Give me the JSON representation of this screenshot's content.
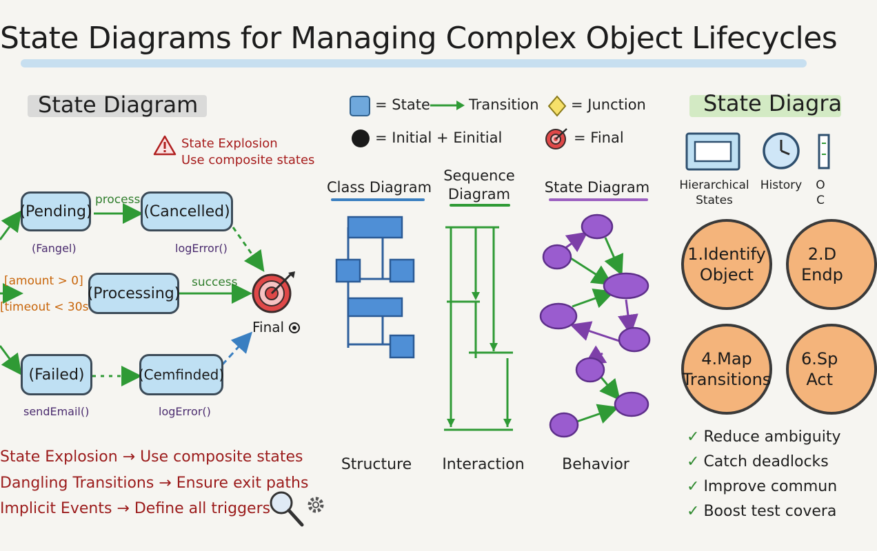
{
  "title": "State Diagrams for Managing Complex Object Lifecycles",
  "left_section": {
    "title": "State Diagram",
    "warning": {
      "icon": "warning-icon",
      "line1": "State Explosion",
      "line2": "Use composite states"
    },
    "states": {
      "pending": "(Pending)",
      "cancelled": "(Cancelled)",
      "processing": "(Processing)",
      "failed": "(Failed)",
      "cemfinded": "(Cemfinded)"
    },
    "labels": {
      "process": "process",
      "success": "success",
      "amount_guard": "[amount > 0]",
      "timeout_guard": "[timeout < 30s",
      "fangel": "(Fangel)",
      "log_error_1": "logError()",
      "send_email": "sendEmail()",
      "log_error_2": "logError()",
      "final": "Final"
    },
    "colors": {
      "state_fill": "#bfe0f3",
      "transition": "#2f9a35",
      "final": "#e04848"
    }
  },
  "legend": {
    "state": "= State",
    "transition": "Transition",
    "junction": "= Junction",
    "initial": "= Initial + Einitial",
    "final": "= Final"
  },
  "diagrams": {
    "class": {
      "title": "Class Diagram",
      "caption": "Structure"
    },
    "sequence": {
      "title_line1": "Sequence",
      "title_line2": "Diagram",
      "caption": "Interaction"
    },
    "state": {
      "title": "State Diagram",
      "caption": "Behavior"
    }
  },
  "pitfalls": [
    "State Explosion → Use composite states",
    "Dangling Transitions → Ensure exit paths",
    "Implicit Events → Define all triggers"
  ],
  "right_section": {
    "title": "State Diagra",
    "icons": [
      {
        "name": "hierarchical-states-icon",
        "line1": "Hierarchical",
        "line2": "States"
      },
      {
        "name": "clock-icon",
        "line1": "History",
        "line2": ""
      },
      {
        "name": "checklist-icon",
        "line1": "O",
        "line2": "C"
      }
    ],
    "steps": [
      "1.Identify\nObject",
      "2.D\nEndp",
      "4.Map\nTransitions",
      "6.Sp\nAct"
    ],
    "benefits": [
      "Reduce ambiguity",
      "Catch deadlocks",
      "Improve commun",
      "Boost test covera"
    ]
  }
}
